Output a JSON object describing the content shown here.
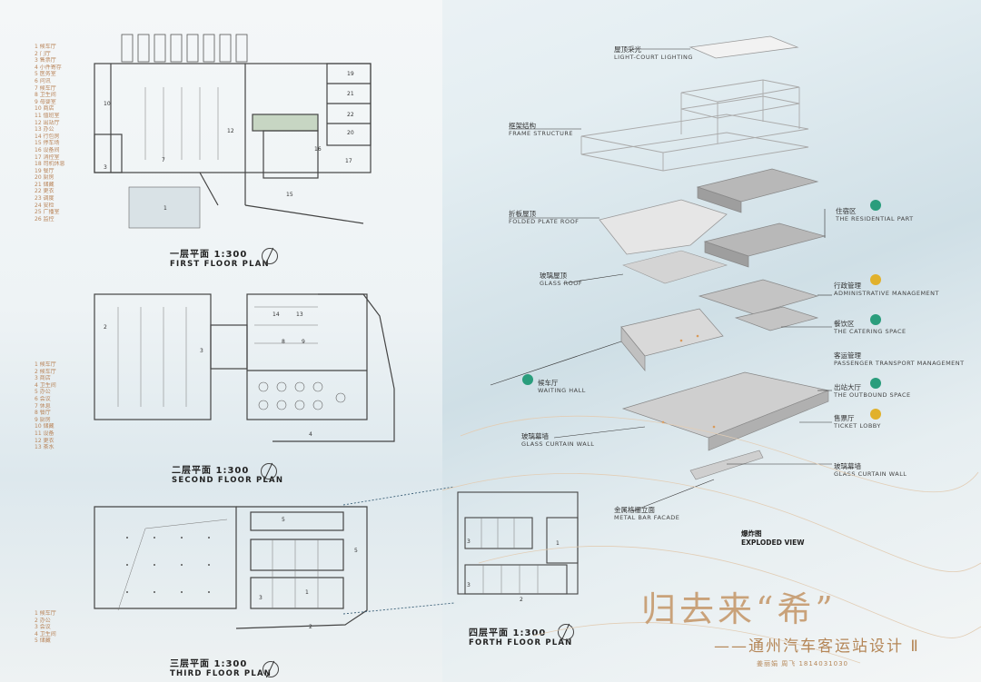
{
  "plans": {
    "first": {
      "cn": "一层平面 1:300",
      "en": "FIRST FLOOR PLAN",
      "rooms": [
        "19",
        "20",
        "21",
        "22",
        "10",
        "11",
        "12",
        "13",
        "14",
        "15",
        "16",
        "17",
        "18",
        "20",
        "1",
        "2",
        "3",
        "5",
        "6",
        "7",
        "8",
        "9"
      ]
    },
    "second": {
      "cn": "二层平面 1:300",
      "en": "SECOND FLOOR PLAN",
      "rooms": [
        "1",
        "2",
        "3",
        "4",
        "5",
        "6",
        "7",
        "8",
        "9",
        "11",
        "12",
        "13",
        "14"
      ]
    },
    "third": {
      "cn": "三层平面 1:300",
      "en": "THIRD FLOOR PLAN",
      "rooms": [
        "1",
        "2",
        "3",
        "4",
        "5"
      ]
    },
    "forth": {
      "cn": "四层平面 1:300",
      "en": "FORTH FLOOR PLAN",
      "rooms": [
        "1",
        "2",
        "3"
      ]
    }
  },
  "exploded": {
    "caption_cn": "爆炸图",
    "caption_en": "EXPLODED VIEW",
    "labels": [
      {
        "cn": "屋顶采光",
        "en": "LIGHT-COURT LIGHTING"
      },
      {
        "cn": "框架结构",
        "en": "FRAME STRUCTURE"
      },
      {
        "cn": "折板屋顶",
        "en": "FOLDED PLATE ROOF"
      },
      {
        "cn": "玻璃屋顶",
        "en": "GLASS ROOF"
      },
      {
        "cn": "住宿区",
        "en": "THE RESIDENTIAL PART"
      },
      {
        "cn": "行政管理",
        "en": "ADMINISTRATIVE MANAGEMENT"
      },
      {
        "cn": "餐饮区",
        "en": "THE CATERING SPACE"
      },
      {
        "cn": "客运管理",
        "en": "PASSENGER TRANSPORT MANAGEMENT"
      },
      {
        "cn": "候车厅",
        "en": "WAITING HALL"
      },
      {
        "cn": "出站大厅",
        "en": "THE OUTBOUND SPACE"
      },
      {
        "cn": "售票厅",
        "en": "TICKET LOBBY"
      },
      {
        "cn": "玻璃幕墙",
        "en": "GLASS CURTAIN WALL"
      },
      {
        "cn": "玻璃幕墙",
        "en": "GLASS CURTAIN WALL"
      },
      {
        "cn": "金属格栅立面",
        "en": "METAL BAR FACADE"
      }
    ]
  },
  "title": {
    "main": "归去来“希”",
    "sub": "——通州汽车客运站设计 Ⅱ",
    "author": "姜丽娟 周飞 1814031030"
  },
  "colors": {
    "accent": "#c9a27a",
    "badge_green": "#2a9d7c",
    "badge_yellow": "#e1b12c",
    "line": "#555555"
  }
}
